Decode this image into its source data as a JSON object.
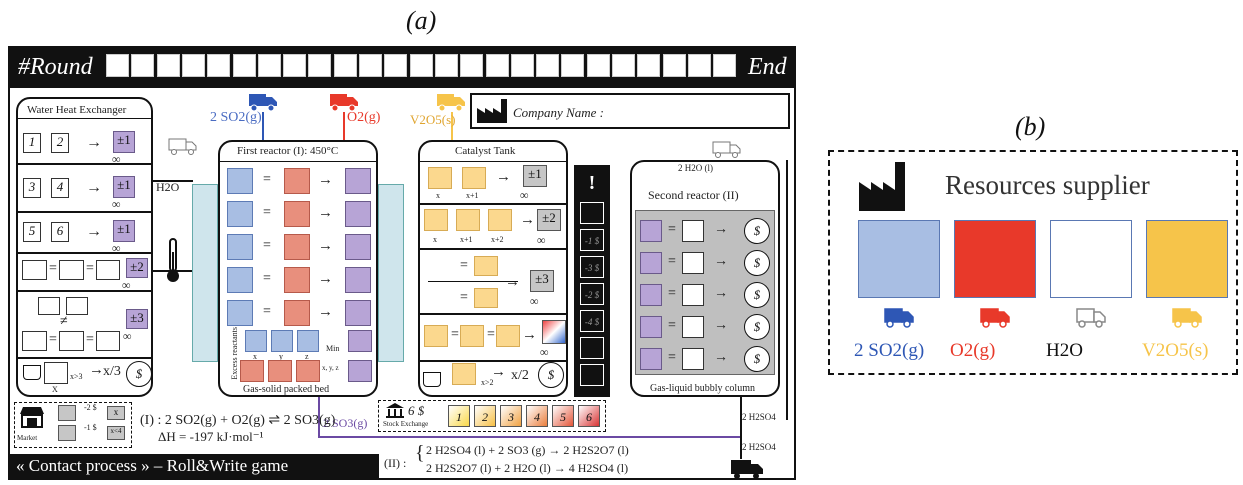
{
  "panel_a_label": "(a)",
  "panel_b_label": "(b)",
  "board": {
    "round_label": "#Round",
    "end_label": "End",
    "title": "« Contact process » – Roll&Write game",
    "company_name_label": "Company Name :"
  },
  "water_hx": {
    "title": "Water Heat Exchanger",
    "h2o": "H2O",
    "n1": "1",
    "n2": "2",
    "n3": "3",
    "n4": "4",
    "n5": "5",
    "n6": "6",
    "pm1": "±1",
    "pm2": "±2",
    "pm3": "±3",
    "inf": "∞",
    "x_gt_3": "x>3",
    "x_label": "X",
    "x_div_3": "x/3"
  },
  "first_reactor": {
    "title": "First reactor (I): 450°C",
    "bottom": "Gas-solid packed bed",
    "feed_so2": "2 SO2(g)",
    "feed_o2": "O2(g)",
    "excess": "Excess reactants",
    "x": "x",
    "y": "y",
    "z": "z",
    "min": "Min",
    "xyz": "x, y, z",
    "eq": "="
  },
  "catalyst_tank": {
    "title": "Catalyst Tank",
    "feed_v2o5": "V2O5(s)",
    "x": "x",
    "x1": "x+1",
    "x2": "x+2",
    "pm1": "±1",
    "pm2": "±2",
    "pm3": "±3",
    "x_gt_2": "x>2",
    "x_div_2": "x/2"
  },
  "warning_column": {
    "icon": "!",
    "values": [
      "-1 $",
      "-3 $",
      "-2 $",
      "-4 $"
    ]
  },
  "second_reactor": {
    "title": "Second reactor (II)",
    "bottom": "Gas-liquid bubbly column",
    "h2o_in": "2 H2O (l)",
    "h2so4_out1": "2 H2SO4",
    "h2so4_out2": "2 H2SO4",
    "so3": "2 SO3(g)"
  },
  "market": {
    "label": "Market",
    "cost1": "-2 $",
    "cost2": "-1 $",
    "x": "x",
    "x_lt_4": "x<4"
  },
  "stock": {
    "label": "Stock Exchange",
    "price": "6 $",
    "dice": [
      "1",
      "2",
      "3",
      "4",
      "5",
      "6"
    ]
  },
  "reaction_I": {
    "eq": "(I) : 2 SO2(g) + O2(g) ⇌ 2 SO3(g)",
    "dh": "ΔH = -197 kJ·mol⁻¹"
  },
  "reaction_II": {
    "label": "(II) :",
    "eq1": "2 H2SO4 (l) + 2 SO3 (g) → 2 H2S2O7 (l)",
    "eq2": "2 H2S2O7 (l) + 2 H2O (l) → 4 H2SO4 (l)"
  },
  "legend": {
    "title": "Resources supplier",
    "items": [
      {
        "label": "2 SO2(g)",
        "color": "#a8bee3",
        "truck": "#2e57b5"
      },
      {
        "label": "O2(g)",
        "color": "#e8392a",
        "truck": "#e8392a"
      },
      {
        "label": "H2O",
        "color": "#ffffff",
        "truck": "#888888"
      },
      {
        "label": "V2O5(s)",
        "color": "#f6c44a",
        "truck": "#f6c44a"
      }
    ]
  }
}
